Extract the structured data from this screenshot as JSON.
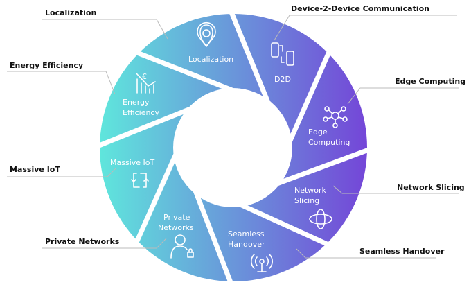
{
  "colors": {
    "gradient_start": "#5fe6dc",
    "gradient_end": "#7446d8",
    "label": "#111111",
    "leader": "#bbbbbb"
  },
  "segments": [
    {
      "inner": "Localization",
      "outer": "Localization",
      "icon": "location-pin-icon"
    },
    {
      "inner": "D2D",
      "outer": "Device-2-Device Communication",
      "icon": "devices-icon"
    },
    {
      "inner_lines": [
        "Edge",
        "Computing"
      ],
      "outer": "Edge Computing",
      "icon": "network-hub-icon"
    },
    {
      "inner_lines": [
        "Network",
        "Slicing"
      ],
      "outer": "Network Slicing",
      "icon": "orbit-icon"
    },
    {
      "inner_lines": [
        "Seamless",
        "Handover"
      ],
      "outer": "Seamless Handover",
      "icon": "antenna-icon"
    },
    {
      "inner_lines": [
        "Private",
        "Networks"
      ],
      "outer": "Private Networks",
      "icon": "user-lock-icon"
    },
    {
      "inner": "Massive IoT",
      "outer": "Massive IoT",
      "icon": "sync-icon"
    },
    {
      "inner_lines": [
        "Energy",
        "Efficiency"
      ],
      "outer": "Energy Efficiency",
      "icon": "euro-chart-icon"
    }
  ]
}
